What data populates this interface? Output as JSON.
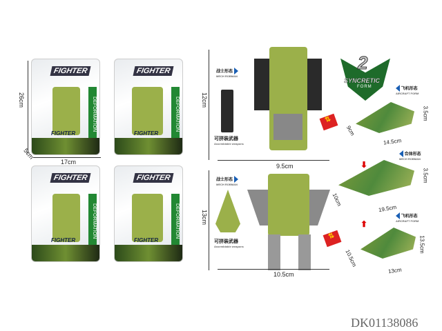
{
  "packaging": {
    "brand": "FIGHTER",
    "side_text": "DEFORMATION",
    "dims": {
      "height": "26cm",
      "width": "17cm",
      "depth": "5cm"
    }
  },
  "product_top": {
    "robot_label": "战士形态",
    "robot_label_en": "MECH ROBMAN",
    "weapon_label": "可拼装武器",
    "weapon_label_en": "Assemblable weapons",
    "height": "12cm",
    "width": "9.5cm",
    "aircraft_label": "飞机形态",
    "aircraft_label_en": "AIRCRAFT FORM",
    "aircraft_dims": {
      "height": "3.5cm",
      "depth": "9cm",
      "length": "14.5cm"
    }
  },
  "badge": {
    "number": "2",
    "line1": "SYNCRETIC",
    "line2": "FORM"
  },
  "combined": {
    "label": "合体形态",
    "label_en": "MECH ROBMAN",
    "dims": {
      "height": "3.5cm",
      "depth": "10cm",
      "length": "19.5cm"
    }
  },
  "product_bottom": {
    "robot_label": "战士形态",
    "robot_label_en": "MECH ROBMAN",
    "weapon_label": "可拼装武器",
    "weapon_label_en": "Assemblable weapons",
    "height": "13cm",
    "width": "10.5cm",
    "aircraft_label": "飞机形态",
    "aircraft_label_en": "AIRCRAFT FORM",
    "aircraft_dims": {
      "height": "13.5cm",
      "depth": "10.5cm",
      "length": "13cm"
    }
  },
  "transform_icon": "2-in-1-transform-icon",
  "product_code": "DK01138086"
}
